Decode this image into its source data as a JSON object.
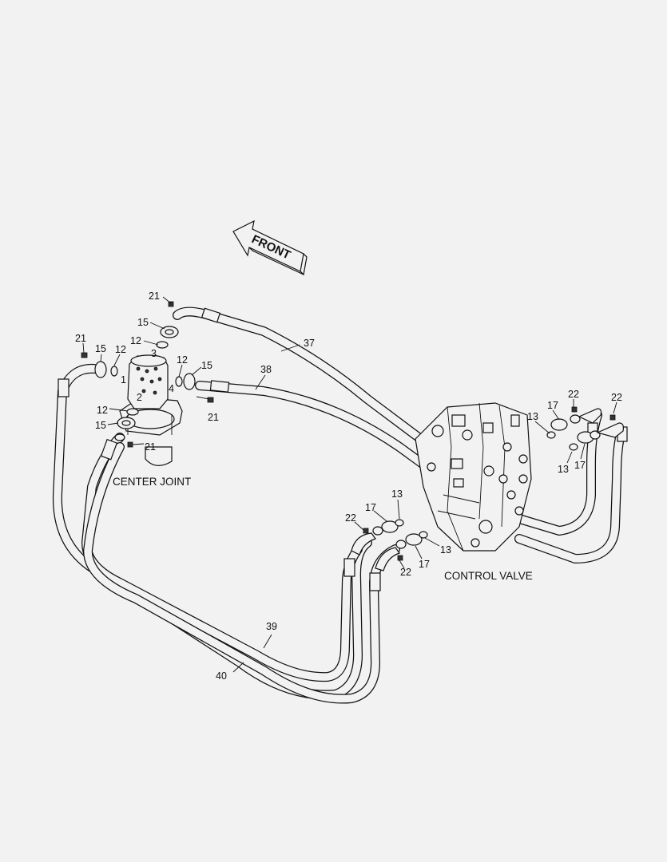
{
  "direction_arrow": {
    "text": "FRONT"
  },
  "assemblies": {
    "center_joint": "CENTER JOINT",
    "control_valve": "CONTROL VALVE"
  },
  "callouts": [
    {
      "id": "c1",
      "text": "21"
    },
    {
      "id": "c2",
      "text": "15"
    },
    {
      "id": "c3",
      "text": "12"
    },
    {
      "id": "c4",
      "text": "3"
    },
    {
      "id": "c5",
      "text": "21"
    },
    {
      "id": "c6",
      "text": "15"
    },
    {
      "id": "c7",
      "text": "12"
    },
    {
      "id": "c8",
      "text": "1"
    },
    {
      "id": "c9",
      "text": "2"
    },
    {
      "id": "c10",
      "text": "12"
    },
    {
      "id": "c11",
      "text": "15"
    },
    {
      "id": "c12",
      "text": "4"
    },
    {
      "id": "c13",
      "text": "21"
    },
    {
      "id": "c14",
      "text": "12"
    },
    {
      "id": "c15",
      "text": "15"
    },
    {
      "id": "c16",
      "text": "21"
    },
    {
      "id": "c17",
      "text": "37"
    },
    {
      "id": "c18",
      "text": "38"
    },
    {
      "id": "c19",
      "text": "13"
    },
    {
      "id": "c20",
      "text": "17"
    },
    {
      "id": "c21",
      "text": "22"
    },
    {
      "id": "c22",
      "text": "22"
    },
    {
      "id": "c23",
      "text": "13"
    },
    {
      "id": "c24",
      "text": "17"
    },
    {
      "id": "c25",
      "text": "13"
    },
    {
      "id": "c26",
      "text": "17"
    },
    {
      "id": "c27",
      "text": "22"
    },
    {
      "id": "c28",
      "text": "13"
    },
    {
      "id": "c29",
      "text": "22"
    },
    {
      "id": "c30",
      "text": "17"
    },
    {
      "id": "c31",
      "text": "39"
    },
    {
      "id": "c32",
      "text": "40"
    }
  ]
}
